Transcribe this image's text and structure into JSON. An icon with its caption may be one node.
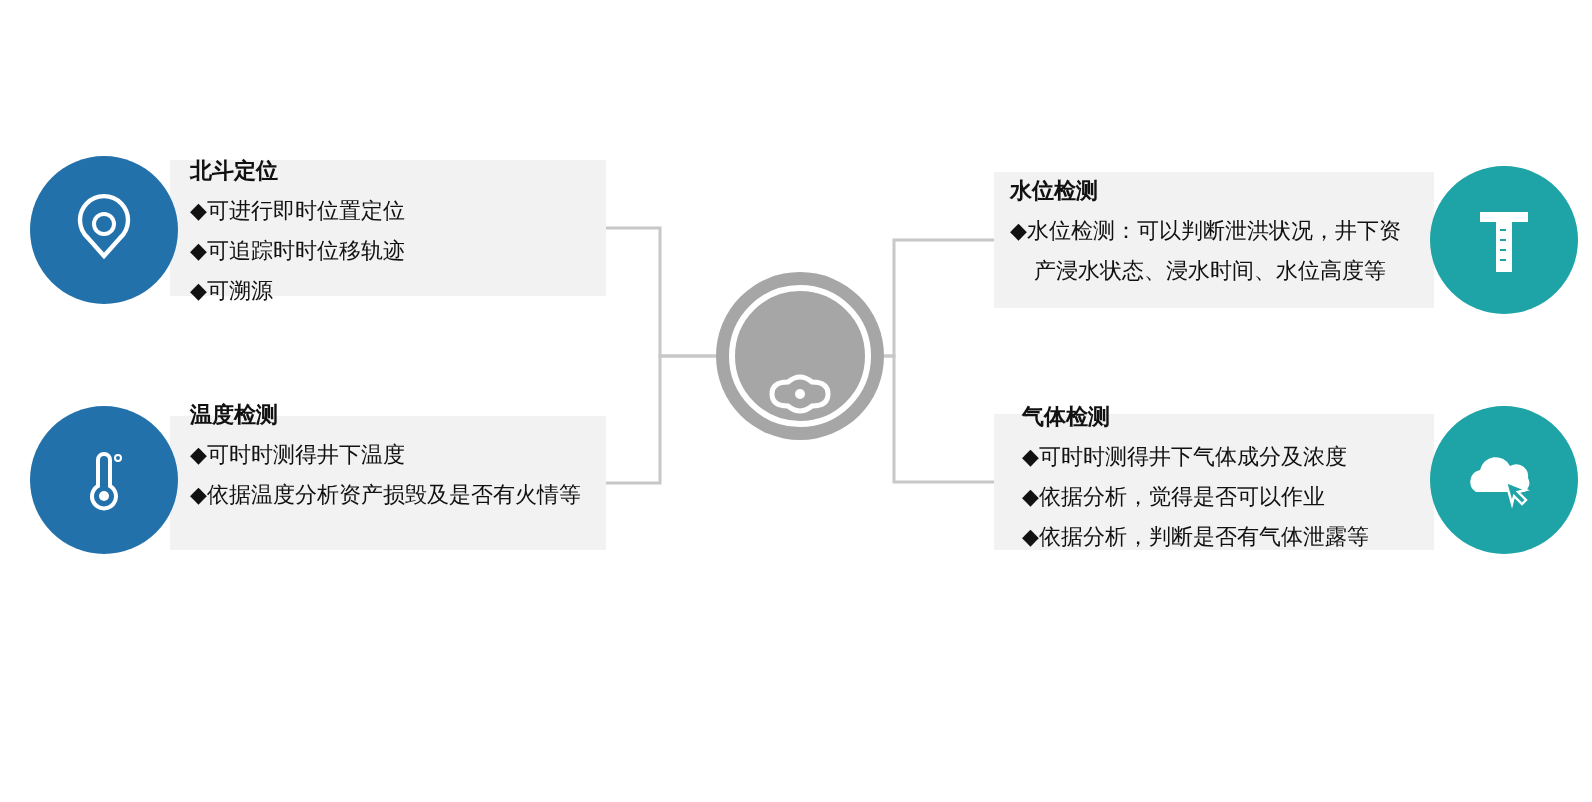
{
  "diagram": {
    "nodes": [
      {
        "text": [],
        "shape": "circle"
      },
      {
        "text": [
          "北斗定位",
          "◆可进行即时位置定位",
          "◆可追踪时时位移轨迹",
          "◆可溯源"
        ]
      },
      {
        "text": [
          "温度检测",
          "◆可时时测得井下温度",
          "◆依据温度分析资产损毁及是否有火情等"
        ]
      },
      {
        "text": [
          "水位检测",
          "◆水位检测：可以判断泄洪状况，井下资产浸水状态、浸水时间、水位高度等"
        ]
      },
      {
        "text": [
          "气体检测",
          "◆可时时测得井下气体成分及浓度",
          "◆依据分析，觉得是否可以作业",
          "◆依据分析，判断是否有气体泄露等"
        ]
      }
    ],
    "edges": [
      {
        "from": 0,
        "to": 1,
        "arrow": "none"
      },
      {
        "from": 0,
        "to": 2,
        "arrow": "none"
      },
      {
        "from": 0,
        "to": 3,
        "arrow": "none"
      },
      {
        "from": 0,
        "to": 4,
        "arrow": "none"
      }
    ]
  }
}
